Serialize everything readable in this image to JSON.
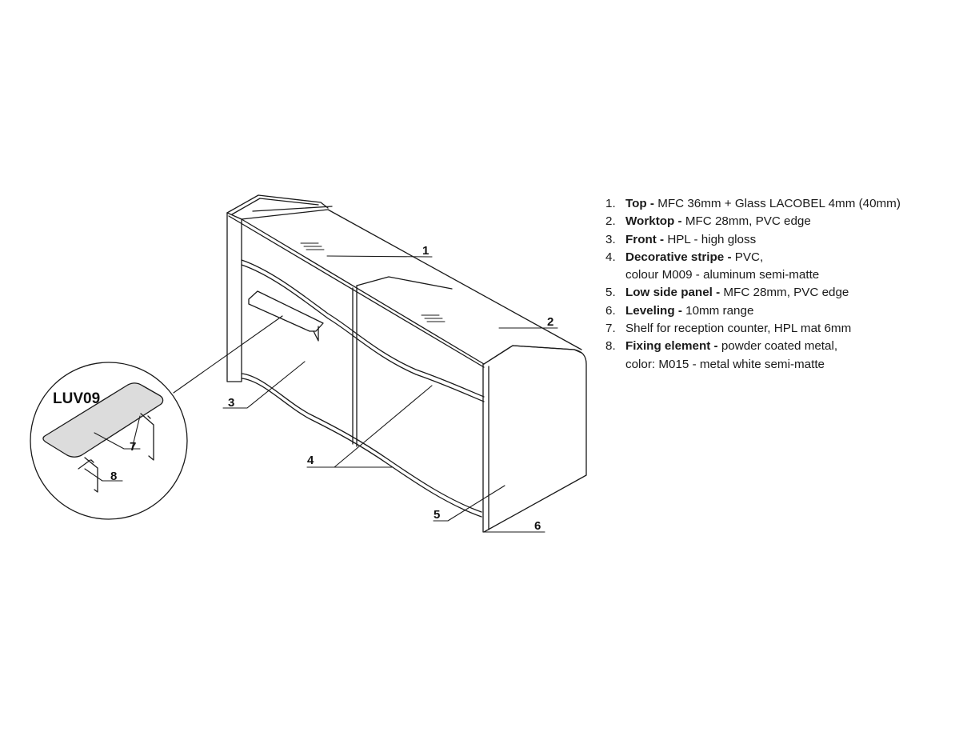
{
  "drawing": {
    "callouts": [
      "1",
      "2",
      "3",
      "4",
      "5",
      "6"
    ],
    "detail": {
      "title": "LUV09",
      "callouts": [
        "7",
        "8"
      ]
    }
  },
  "specs": [
    {
      "num": "1.",
      "name": "Top -",
      "desc": "MFC 36mm + Glass LACOBEL 4mm (40mm)",
      "desc2": ""
    },
    {
      "num": "2.",
      "name": "Worktop -",
      "desc": "MFC 28mm, PVC edge",
      "desc2": ""
    },
    {
      "num": "3.",
      "name": "Front -",
      "desc": "HPL - high gloss",
      "desc2": ""
    },
    {
      "num": "4.",
      "name": "Decorative stripe -",
      "desc": "PVC,",
      "desc2": "colour M009 - aluminum semi-matte"
    },
    {
      "num": "5.",
      "name": "Low side panel -",
      "desc": "MFC 28mm, PVC edge",
      "desc2": ""
    },
    {
      "num": "6.",
      "name": "Leveling -",
      "desc": "10mm range",
      "desc2": ""
    },
    {
      "num": "7.",
      "name": "",
      "desc": "Shelf for reception counter, HPL mat 6mm",
      "desc2": ""
    },
    {
      "num": "8.",
      "name": "Fixing element -",
      "desc": "powder coated metal,",
      "desc2": "color: M015 - metal white semi-matte"
    }
  ]
}
